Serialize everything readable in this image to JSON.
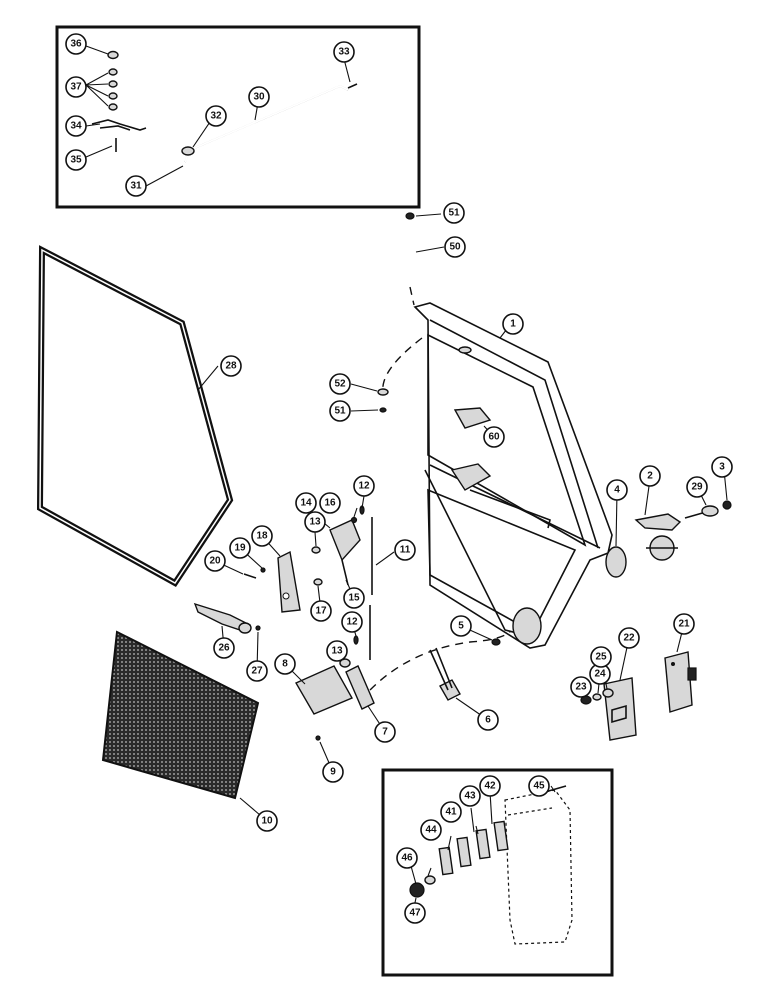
{
  "diagram": {
    "callouts": [
      "1",
      "2",
      "3",
      "4",
      "5",
      "6",
      "7",
      "8",
      "9",
      "10",
      "11",
      "12",
      "12",
      "13",
      "13",
      "14",
      "15",
      "16",
      "17",
      "18",
      "19",
      "20",
      "21",
      "22",
      "23",
      "24",
      "25",
      "26",
      "27",
      "28",
      "29",
      "30",
      "31",
      "32",
      "33",
      "34",
      "35",
      "36",
      "37",
      "41",
      "42",
      "43",
      "44",
      "45",
      "46",
      "47",
      "50",
      "51",
      "51",
      "52",
      "60"
    ]
  }
}
